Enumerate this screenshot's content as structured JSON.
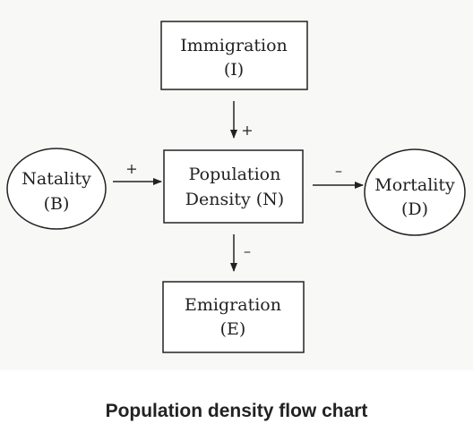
{
  "nodes": {
    "immigration": {
      "line1": "Immigration",
      "line2": "(I)"
    },
    "population": {
      "line1": "Population",
      "line2": "Density (N)"
    },
    "emigration": {
      "line1": "Emigration",
      "line2": "(E)"
    },
    "natality": {
      "line1": "Natality",
      "line2": "(B)"
    },
    "mortality": {
      "line1": "Mortality",
      "line2": "(D)"
    }
  },
  "edges": {
    "immigration_to_population": {
      "sign": "+"
    },
    "natality_to_population": {
      "sign": "+"
    },
    "population_to_mortality": {
      "sign": "–"
    },
    "population_to_emigration": {
      "sign": "–"
    }
  },
  "caption": "Population density flow chart"
}
